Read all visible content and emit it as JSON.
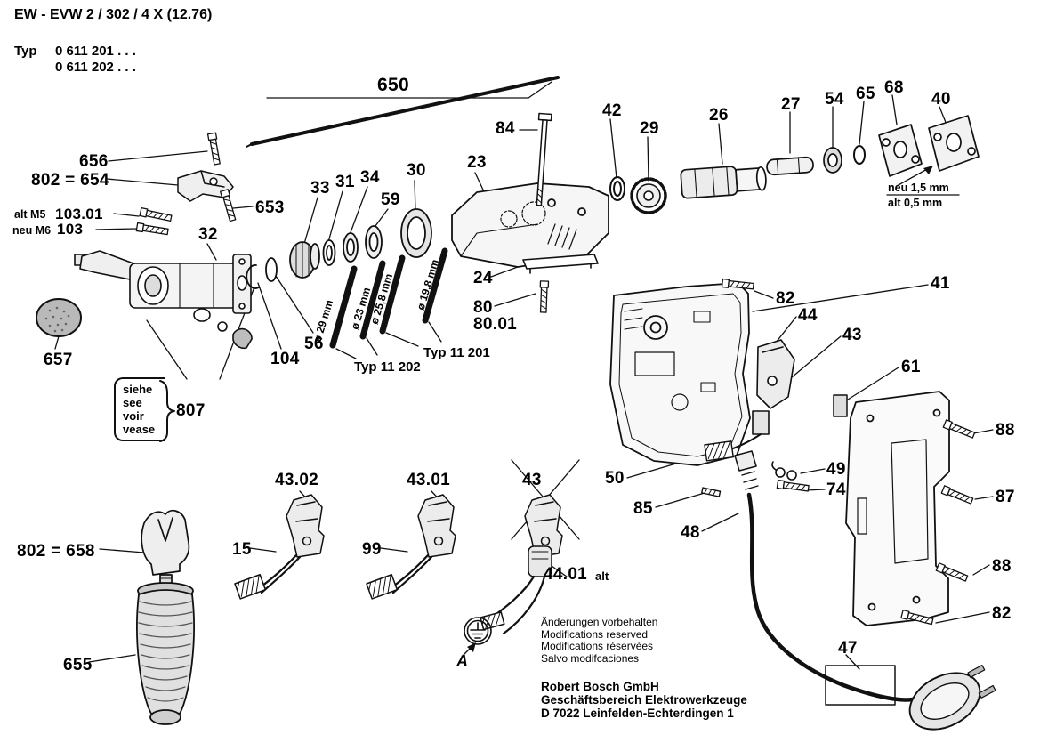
{
  "header": {
    "doc_code": "EW - EVW 2 / 302 / 4 X (12.76)",
    "typ_label": "Typ",
    "typ_no_1": "0 611 201  . . .",
    "typ_no_2": "0 611 202  . . ."
  },
  "callouts": {
    "c650": "650",
    "c656": "656",
    "c802_654": "802 = 654",
    "c653": "653",
    "c103_01": "103.01",
    "c103": "103",
    "c32": "32",
    "c33": "33",
    "c31": "31",
    "c34": "34",
    "c59": "59",
    "c30": "30",
    "c23": "23",
    "c84": "84",
    "c42": "42",
    "c29": "29",
    "c26": "26",
    "c27": "27",
    "c54": "54",
    "c65": "65",
    "c68": "68",
    "c40": "40",
    "c24": "24",
    "c80": "80",
    "c80_01": "80.01",
    "c82a": "82",
    "c41": "41",
    "c44": "44",
    "c43a": "43",
    "c61": "61",
    "c88a": "88",
    "c49": "49",
    "c74": "74",
    "c87": "87",
    "c85": "85",
    "c48": "48",
    "c50": "50",
    "c56": "56",
    "c104": "104",
    "c657": "657",
    "c807": "807",
    "c43_02": "43.02",
    "c43_01": "43.01",
    "c43b": "43",
    "c15": "15",
    "c99": "99",
    "c44_01": "44.01",
    "c44_01_alt": "alt",
    "c802_658": "802 = 658",
    "c655": "655",
    "c47": "47",
    "c82b": "82",
    "c88b": "88",
    "a_label": "A"
  },
  "notes": {
    "alt_m5": "alt M5",
    "neu_m6": "neu M6",
    "neu_mm": "neu 1,5 mm",
    "alt_mm": "alt  0,5 mm",
    "siehe": [
      "siehe",
      "see",
      "voir",
      "vease"
    ],
    "dims": [
      "ø 29 mm",
      "ø 23 mm",
      "ø 25,8 mm",
      "ø 19,8 mm"
    ],
    "typ11202": "Typ 11 202",
    "typ11201": "Typ 11 201"
  },
  "footer": {
    "modifications": [
      "Änderungen vorbehalten",
      "Modifications reserved",
      "Modifications réservées",
      "Salvo modifcaciones"
    ],
    "company": [
      "Robert Bosch GmbH",
      "Geschäftsbereich Elektrowerkzeuge",
      "D 7022 Leinfelden-Echterdingen 1"
    ]
  }
}
